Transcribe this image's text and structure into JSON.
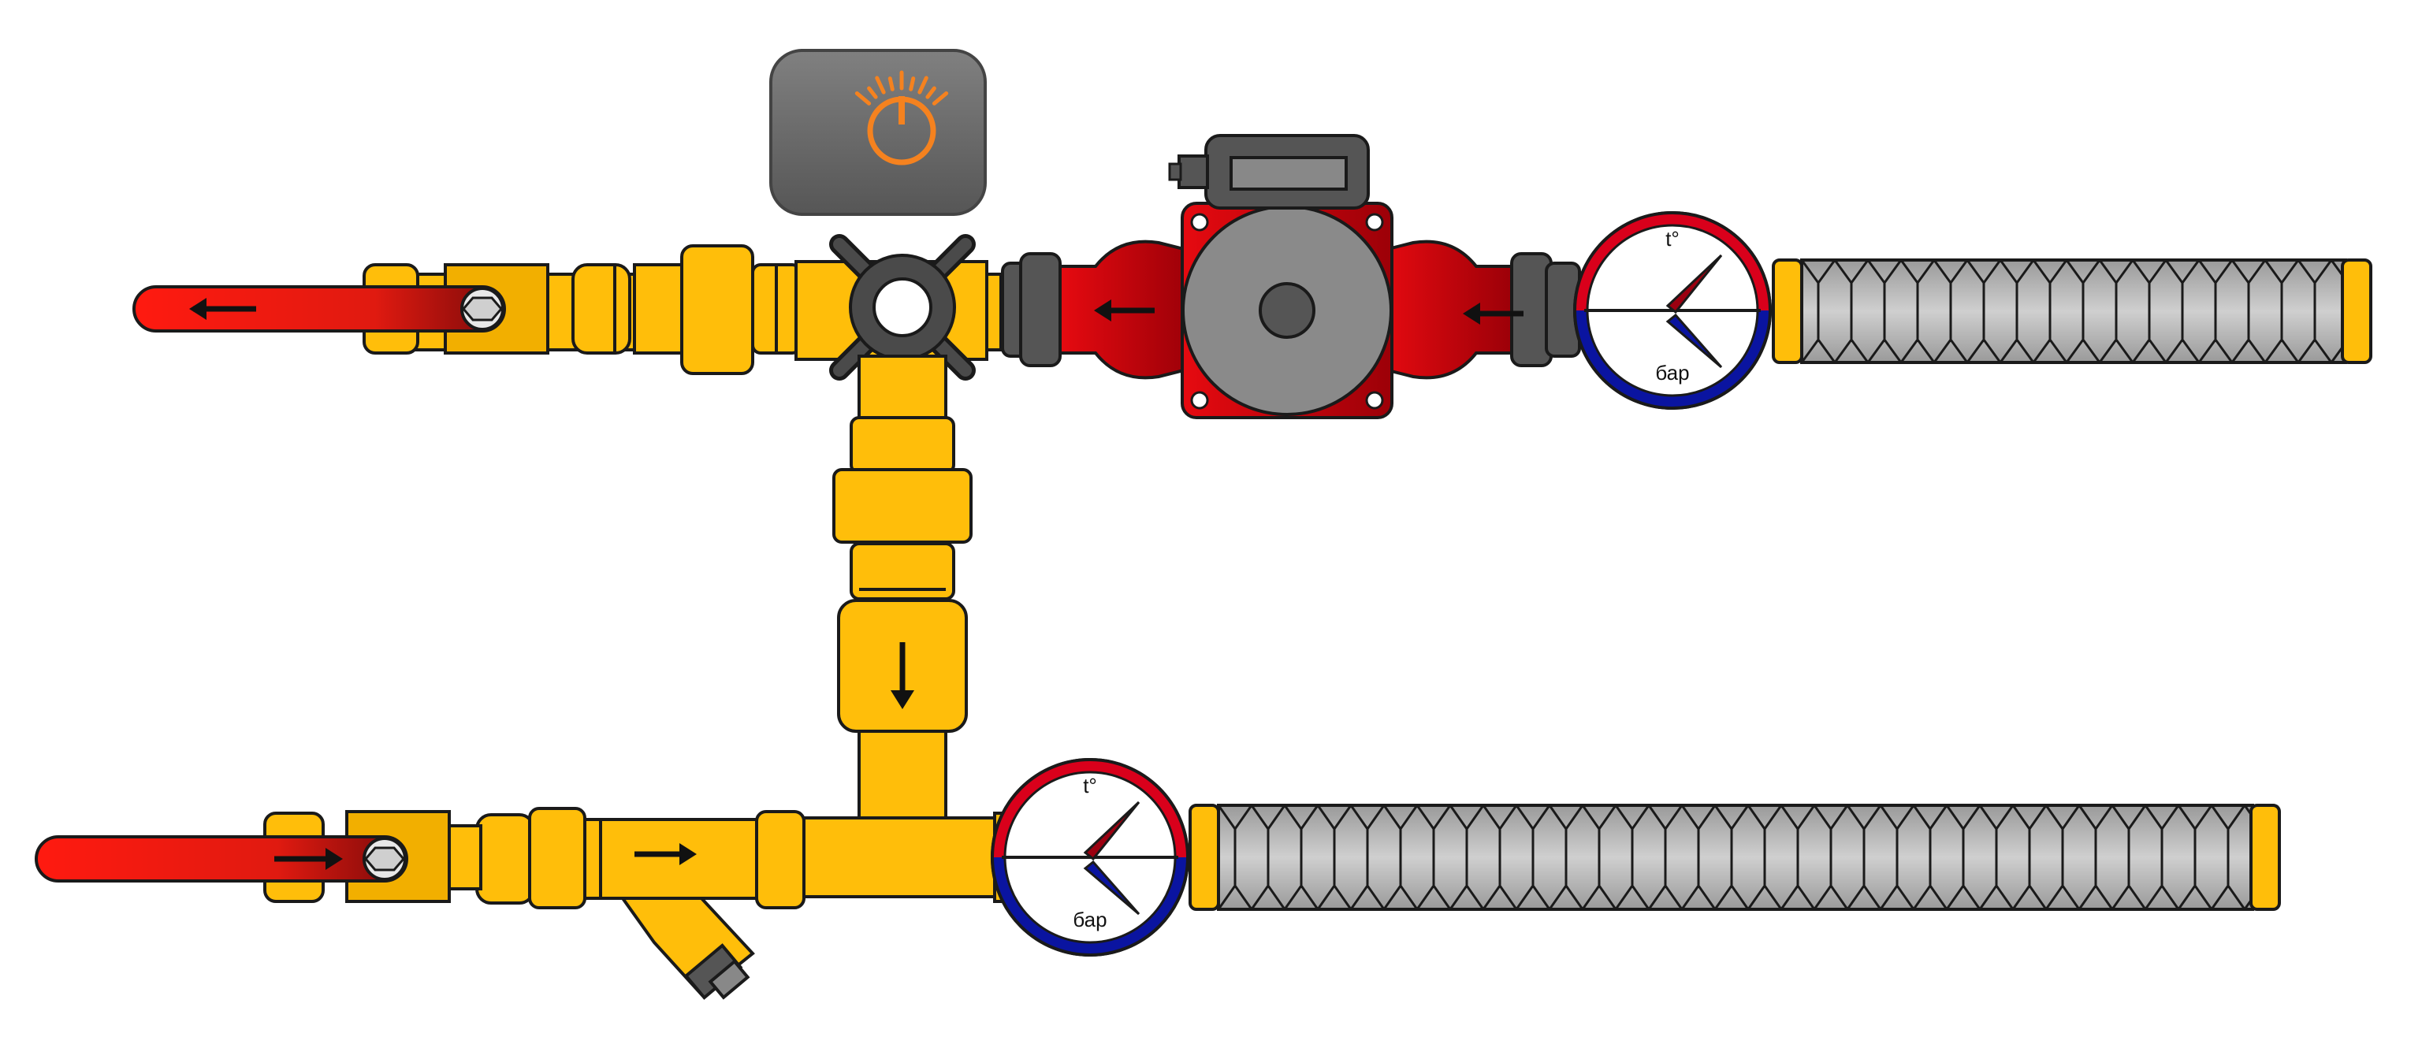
{
  "colors": {
    "brass": "#FFBE0A",
    "pump_red": "#C8000A",
    "controller_gray": "#6E6E6E",
    "knob_orange": "#F5821F",
    "hose_gray": "#A6A6A6",
    "gauge_hot": "#D9001B",
    "gauge_cold": "#0A14A0"
  },
  "gauges": {
    "upper": {
      "temp_label": "t°",
      "pressure_label": "бар"
    },
    "lower": {
      "temp_label": "t°",
      "pressure_label": "бар"
    }
  },
  "icons": {
    "controller": "thermostat-dial-icon",
    "flow_arrow": "arrow-icon",
    "valve_handle": "lever-handle-icon"
  }
}
